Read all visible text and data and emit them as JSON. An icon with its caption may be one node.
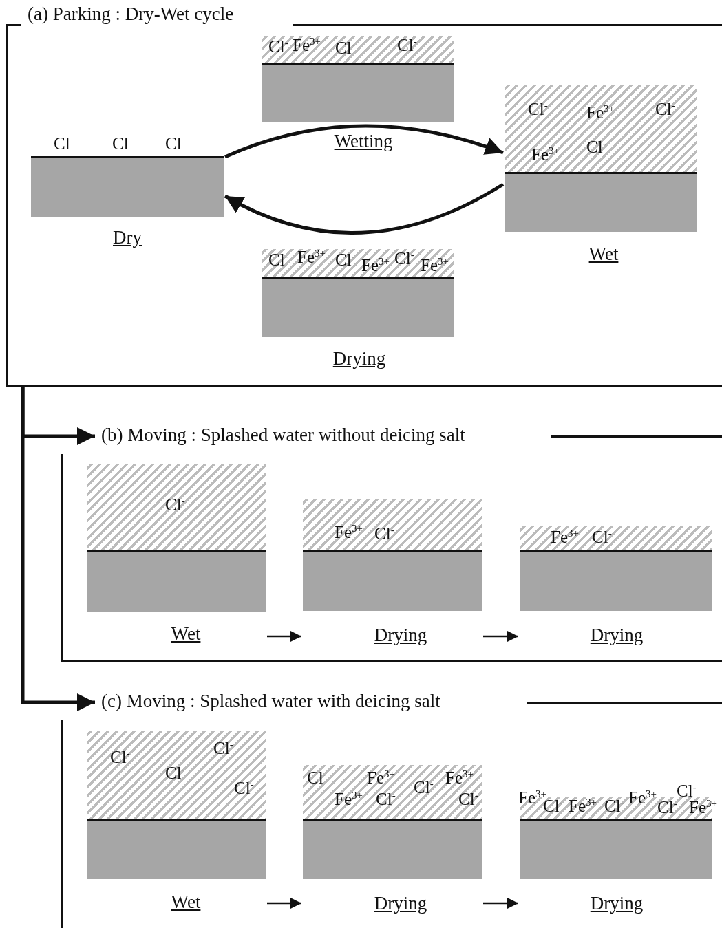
{
  "diagram": {
    "nodes": [
      {
        "text": [
          "(a) Parking : Dry-Wet cycle"
        ]
      },
      {
        "text": [
          "Cl",
          "Cl",
          "Cl"
        ],
        "beside": [
          "Dry"
        ],
        "in": 0
      },
      {
        "text": [
          "Cl$^{-}$",
          "Fe$^{3+}$",
          "Cl$^{-}$",
          "Cl$^{-}$"
        ],
        "beside": [
          "Wetting"
        ],
        "in": 0
      },
      {
        "text": [
          "Cl$^{-}$",
          "Fe$^{3+}$",
          "Cl$^{-}$",
          "Fe$^{3+}$",
          "Cl$^{-}$"
        ],
        "beside": [
          "Wet"
        ],
        "in": 0
      },
      {
        "text": [
          "Cl$^{-}$",
          "Fe$^{3+}$",
          "Cl$^{-}$",
          "Fe$^{3+}$",
          "Cl$^{-}$",
          "Fe$^{3+}$"
        ],
        "beside": [
          "Drying"
        ],
        "in": 0
      },
      {
        "text": [
          "(b) Moving : Splashed water without deicing salt"
        ]
      },
      {
        "text": [
          "Cl$^{-}$"
        ],
        "beside": [
          "Wet"
        ],
        "in": 5
      },
      {
        "text": [
          "Fe$^{3+}$",
          "Cl$^{-}$"
        ],
        "beside": [
          "Drying"
        ],
        "in": 5
      },
      {
        "text": [
          "Fe$^{3+}$",
          "Cl$^{-}$"
        ],
        "beside": [
          "Drying"
        ],
        "in": 5
      },
      {
        "text": [
          "(c) Moving : Splashed water with deicing salt"
        ]
      },
      {
        "text": [
          "Cl$^{-}$",
          "Cl$^{-}$",
          "Cl$^{-}$",
          "Cl$^{-}$"
        ],
        "beside": [
          "Wet"
        ],
        "in": 9
      },
      {
        "text": [
          "Cl$^{-}$",
          "Fe$^{3+}$",
          "Cl$^{-}$",
          "Fe$^{3+}$",
          "Fe$^{3+}$",
          "Cl$^{-}$",
          "Cl$^{-}$"
        ],
        "beside": [
          "Drying"
        ],
        "in": 9
      },
      {
        "text": [
          "Fe$^{3+}$",
          "Cl$^{-}$",
          "Fe$^{3+}$",
          "Cl$^{-}$",
          "Fe$^{3+}$",
          "Cl$^{-}$",
          "Cl$^{-}$",
          "Fe$^{3+}$"
        ],
        "beside": [
          "Drying"
        ],
        "in": 9
      }
    ],
    "edges": [
      {
        "from": 1,
        "to": 3,
        "arrow": "to",
        "style": "thick"
      },
      {
        "from": 3,
        "to": 1,
        "arrow": "to",
        "style": "thick"
      },
      {
        "from": 0,
        "to": 5,
        "arrow": "to",
        "style": "thick"
      },
      {
        "from": 0,
        "to": 9,
        "arrow": "to",
        "style": "thick"
      },
      {
        "from": 6,
        "to": 7,
        "arrow": "to"
      },
      {
        "from": 7,
        "to": 8,
        "arrow": "to"
      },
      {
        "from": 10,
        "to": 11,
        "arrow": "to"
      },
      {
        "from": 11,
        "to": 12,
        "arrow": "to"
      }
    ]
  }
}
